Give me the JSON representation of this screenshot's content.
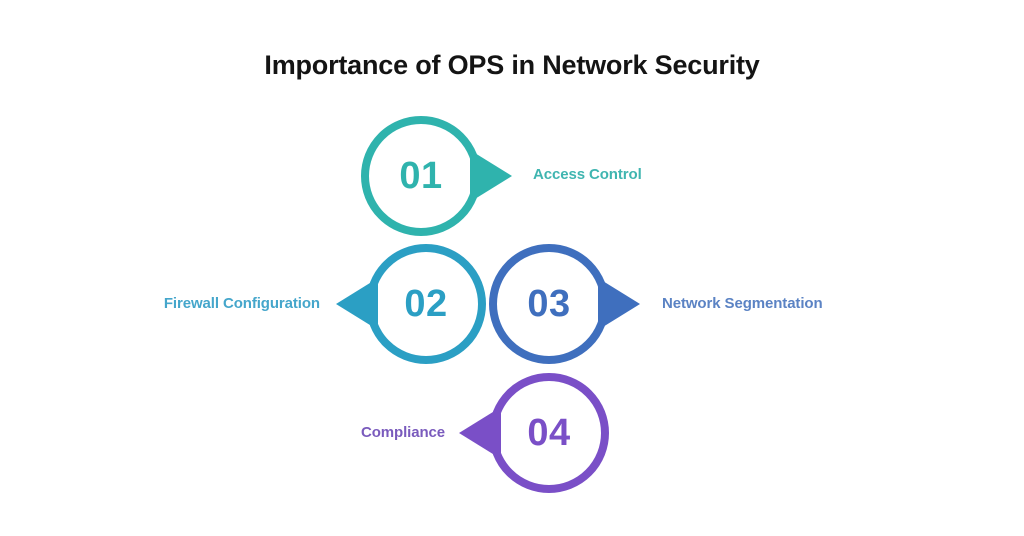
{
  "title": "Importance of OPS in Network Security",
  "background_color": "#ffffff",
  "title_color": "#141414",
  "diagram": {
    "type": "numbered-circle-callouts",
    "nodes": [
      {
        "number": "01",
        "label": "Access Control",
        "arrow_direction": "right",
        "circle_color": "#2fb3ad",
        "label_color": "#3fb5b0"
      },
      {
        "number": "02",
        "label": "Firewall Configuration",
        "arrow_direction": "left",
        "circle_color": "#2b9fc4",
        "label_color": "#45a6cb"
      },
      {
        "number": "03",
        "label": "Network Segmentation",
        "arrow_direction": "right",
        "circle_color": "#3f6fbe",
        "label_color": "#5b83c4"
      },
      {
        "number": "04",
        "label": "Compliance",
        "arrow_direction": "left",
        "circle_color": "#7a4fc7",
        "label_color": "#7a5bbd"
      }
    ]
  }
}
